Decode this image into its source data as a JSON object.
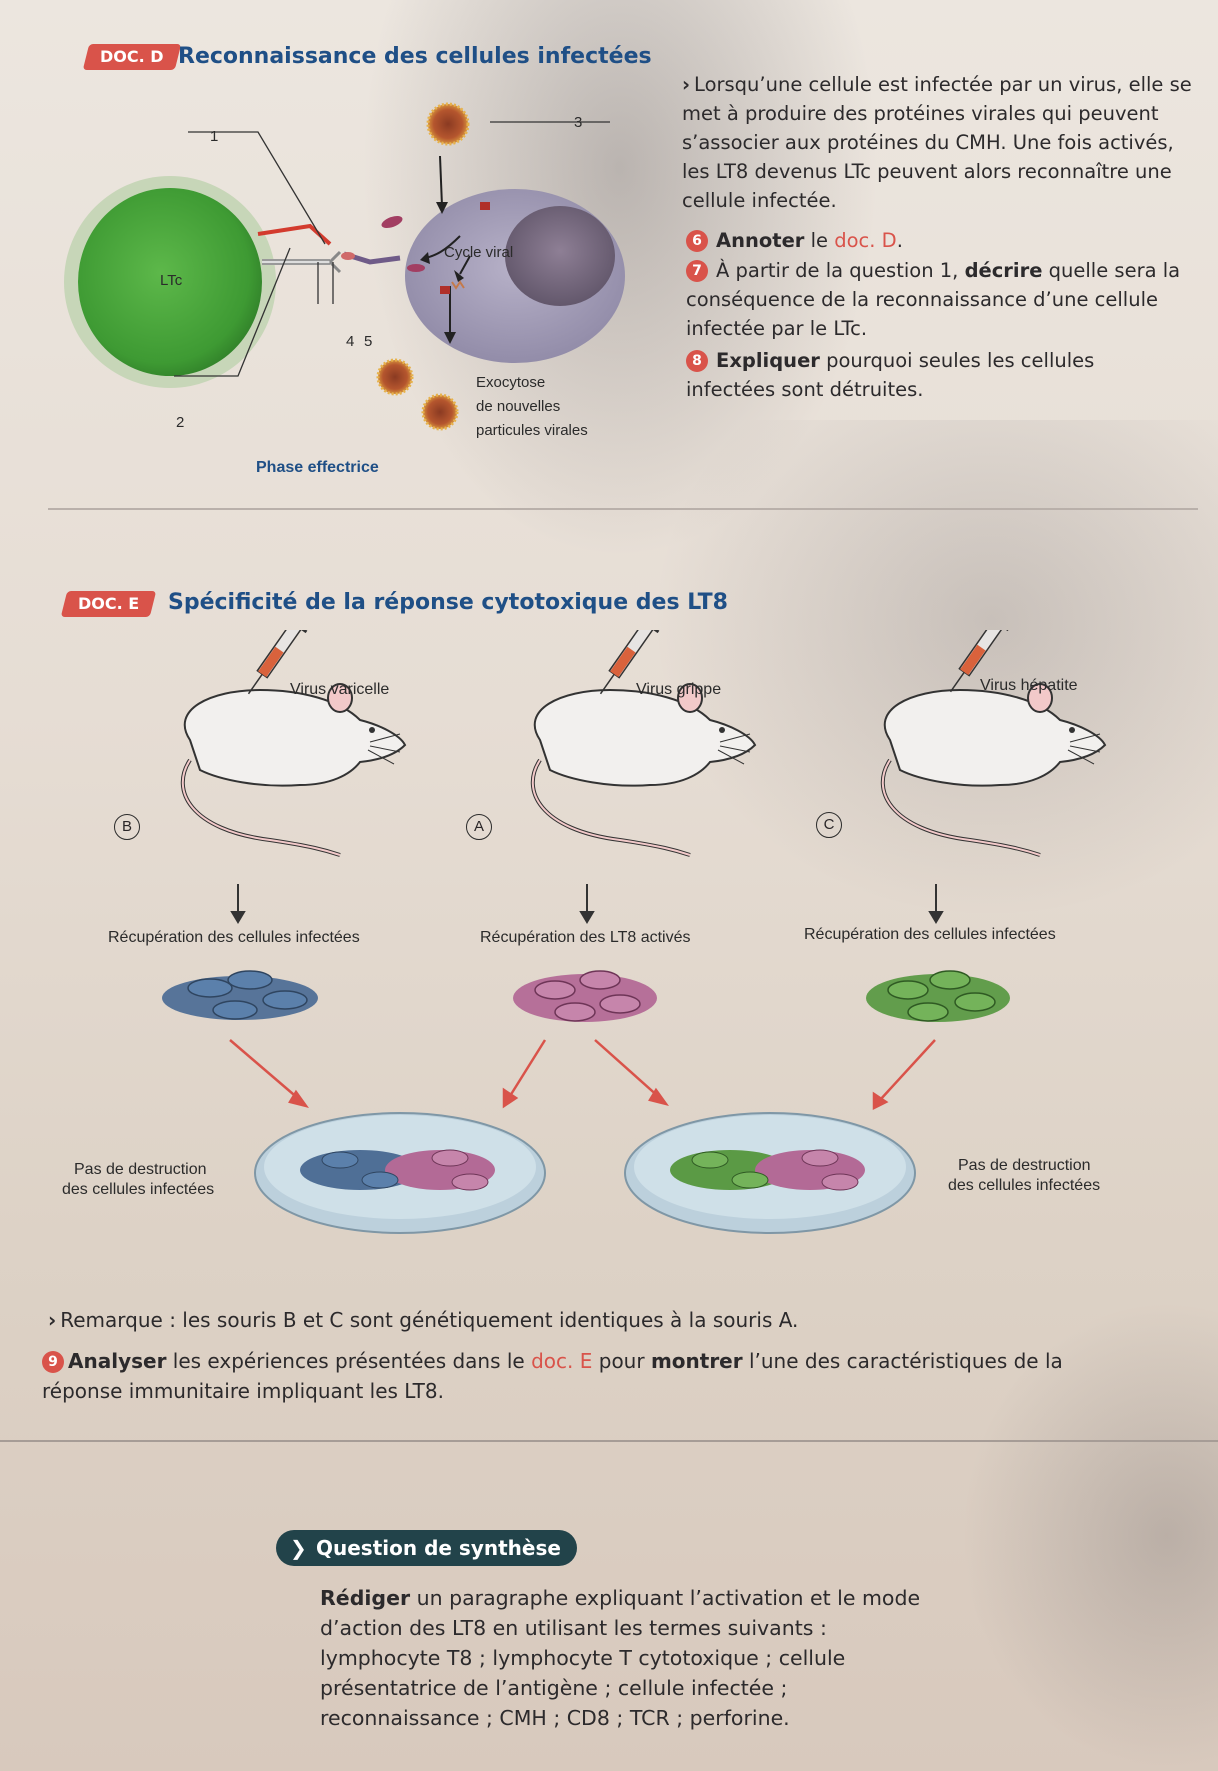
{
  "docD": {
    "badge": "DOC. D",
    "title": "Reconnaissance des cellules infectées",
    "intro": "Lorsqu’une cellule est infectée par un virus, elle se met à produire des protéines virales qui peuvent s’associer aux protéines du CMH. Une fois activés, les LT8 devenus LTc peuvent alors reconnaître une cellule infectée.",
    "q6": {
      "num": "6",
      "bold": "Annoter",
      "text": " le ",
      "ref": "doc. D",
      "end": "."
    },
    "q7": {
      "num": "7",
      "pre": "À partir de la question 1, ",
      "bold": "décrire",
      "text": " quelle sera la conséquence de la reconnaissance d’une cellule infectée par le LTc."
    },
    "q8": {
      "num": "8",
      "bold": "Expliquer",
      "text": " pourquoi seules les cellules infectées sont détruites."
    },
    "diagram": {
      "label_1": "1",
      "label_2": "2",
      "label_3": "3",
      "label_4": "4",
      "label_5": "5",
      "ltc": "LTc",
      "cycle": "Cycle viral",
      "exo1": "Exocytose",
      "exo2": "de nouvelles",
      "exo3": "particules virales",
      "phase": "Phase effectrice"
    }
  },
  "docE": {
    "badge": "DOC. E",
    "title": "Spécificité de la réponse cytotoxique des LT8",
    "mice": [
      {
        "letter": "B",
        "virus": "Virus varicelle",
        "recovery": "Récupération des cellules infectées"
      },
      {
        "letter": "A",
        "virus": "Virus grippe",
        "recovery": "Récupération des LT8 activés"
      },
      {
        "letter": "C",
        "virus": "Virus hépatite",
        "recovery": "Récupération des cellules infectées"
      }
    ],
    "result_left_1": "Pas de destruction",
    "result_left_2": "des cellules infectées",
    "result_right_1": "Pas de destruction",
    "result_right_2": "des cellules infectées",
    "remark": "Remarque : les souris B et C sont génétiquement identiques à la souris A.",
    "q9": {
      "num": "9",
      "bold1": "Analyser",
      "t1": " les expériences présentées dans le ",
      "ref": "doc. E",
      "t2": " pour ",
      "bold2": "montrer",
      "t3": " l’une des caractéristiques de la réponse immunitaire impliquant les LT8."
    }
  },
  "synthesis": {
    "badge": "Question de synthèse",
    "bold": "Rédiger",
    "text": " un paragraphe expliquant l’activation et le mode d’action des LT8 en utilisant les termes suivants : lymphocyte T8 ; lymphocyte T cytotoxique ; cellule présentatrice de l’antigène ; cellule infectée ; reconnaissance ; CMH ; CD8 ; TCR ; perforine."
  },
  "colors": {
    "accent_red": "#d9534a",
    "title_blue": "#1f4f86",
    "ltc_green": "#4aa83a",
    "infected_cell": "#9d97b0",
    "blue_cells": "#4f6f96",
    "pink_cells": "#b36a96",
    "green_cells": "#5b9a45",
    "synth_badge": "#22434a"
  }
}
